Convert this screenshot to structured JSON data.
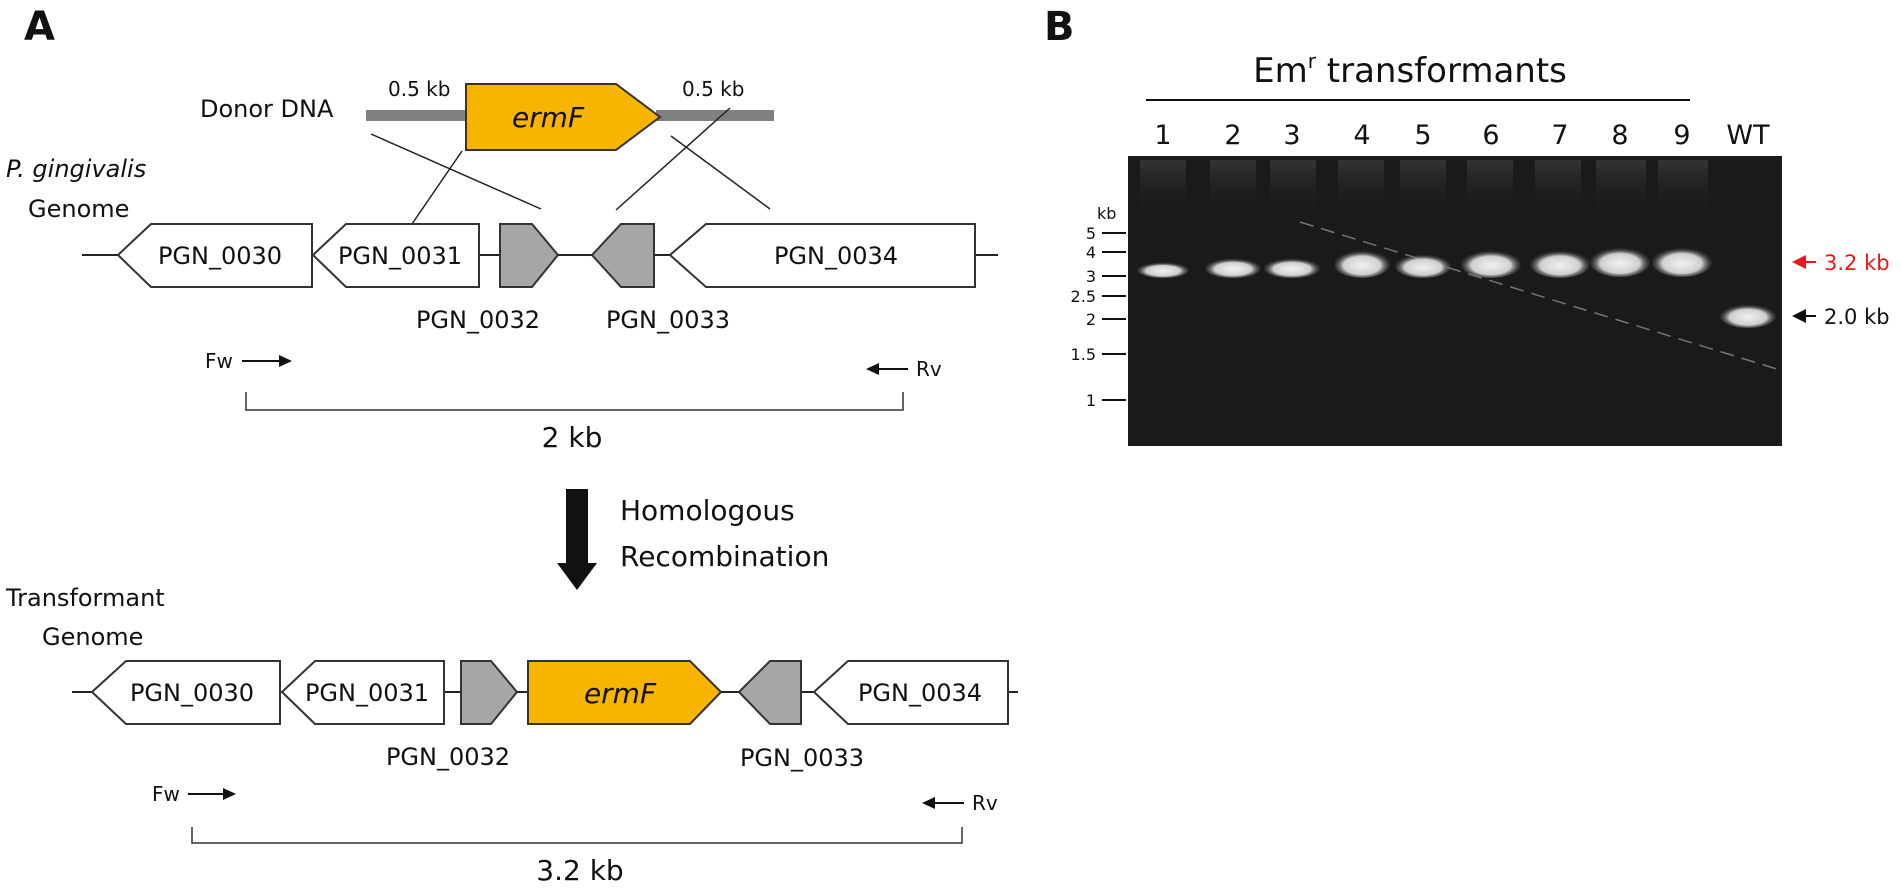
{
  "panel_a": {
    "letter": "A",
    "donor": {
      "label": "Donor DNA",
      "left_arm": "0.5 kb",
      "right_arm": "0.5 kb",
      "gene": "ermF",
      "gene_color": "#F7B500"
    },
    "genome": {
      "label_line1": "P. gingivalis",
      "label_line2": "Genome",
      "genes": [
        "PGN_0030",
        "PGN_0031",
        "PGN_0032",
        "PGN_0033",
        "PGN_0034"
      ],
      "fw": "Fw",
      "rv": "Rv",
      "size": "2 kb"
    },
    "arrow_caption_line1": "Homologous",
    "arrow_caption_line2": "Recombination",
    "transformant": {
      "label_line1": "Transformant",
      "label_line2": "Genome",
      "genes": [
        "PGN_0030",
        "PGN_0031",
        "PGN_0032",
        "ermF",
        "PGN_0033",
        "PGN_0034"
      ],
      "fw": "Fw",
      "rv": "Rv",
      "size": "3.2 kb"
    },
    "gray_fill": "#A6A6A6",
    "arm_color": "#808080"
  },
  "panel_b": {
    "letter": "B",
    "header_main": "Em",
    "header_sup": "r",
    "header_rest": " transformants",
    "lanes": [
      "1",
      "2",
      "3",
      "4",
      "5",
      "6",
      "7",
      "8",
      "9",
      "WT"
    ],
    "ladder_unit": "kb",
    "ladder": [
      "5",
      "4",
      "3",
      "2.5",
      "2",
      "1.5",
      "1"
    ],
    "band_label_1": "3.2 kb",
    "band_label_1_color": "#E8191A",
    "band_label_2": "2.0 kb",
    "gel_color": "#1A1A1A"
  }
}
